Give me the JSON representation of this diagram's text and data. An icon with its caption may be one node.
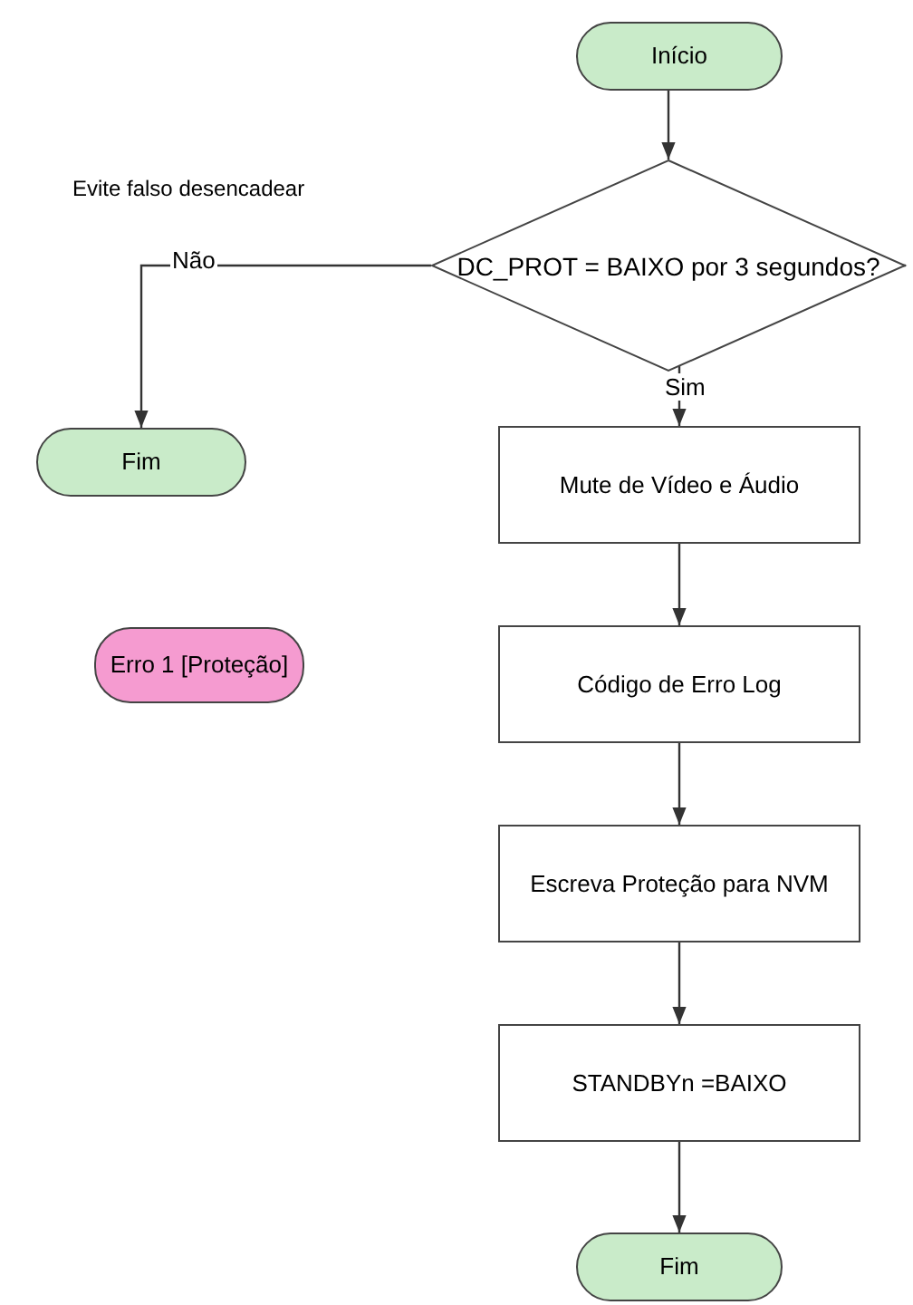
{
  "diagram": {
    "nodes": [
      {
        "text": [
          "Início"
        ]
      },
      {
        "text": [
          "DC_PROT = BAIXO por 3 segundos?"
        ]
      },
      {
        "text": [
          "Fim"
        ]
      },
      {
        "text": [
          "Mute de Vídeo e Áudio"
        ]
      },
      {
        "text": [
          "Erro 1 [Proteção]"
        ]
      },
      {
        "text": [
          "Código de Erro Log"
        ]
      },
      {
        "text": [
          "Escreva Proteção para NVM"
        ]
      },
      {
        "text": [
          "STANDBYn =BAIXO"
        ]
      },
      {
        "text": [
          "Fim"
        ]
      }
    ],
    "edges": [
      {
        "from": 0,
        "to": 1,
        "arrow": "to"
      },
      {
        "from": 1,
        "to": 2,
        "arrow": "to",
        "label": "Não"
      },
      {
        "from": 1,
        "to": 3,
        "arrow": "to",
        "label": "Sim"
      },
      {
        "from": 3,
        "to": 5,
        "arrow": "to"
      },
      {
        "from": 5,
        "to": 6,
        "arrow": "to"
      },
      {
        "from": 6,
        "to": 7,
        "arrow": "to"
      },
      {
        "from": 7,
        "to": 8,
        "arrow": "to"
      }
    ],
    "labels": [
      "Evite falso desencadear"
    ]
  }
}
